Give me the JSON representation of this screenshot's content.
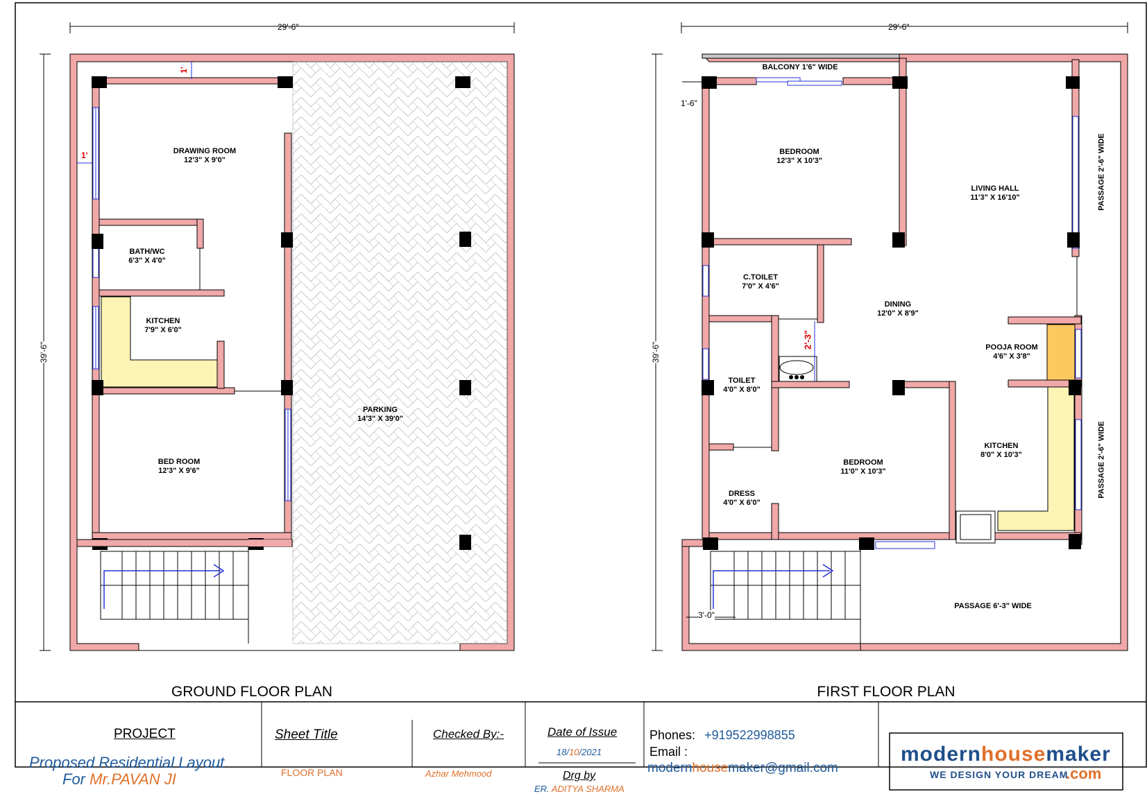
{
  "ground_floor": {
    "title": "GROUND FLOOR PLAN",
    "width_dim": "29'-6\"",
    "height_dim": "39'-6\"",
    "marks": {
      "wall_top": "1'",
      "wall_side": "1'"
    },
    "rooms": [
      {
        "name": "DRAWING ROOM",
        "size": "12'3\" X 9'0\""
      },
      {
        "name": "BATH/WC",
        "size": "6'3\" X 4'0\""
      },
      {
        "name": "KITCHEN",
        "size": "7'9\" X 6'0\""
      },
      {
        "name": "BED ROOM",
        "size": "12'3\" X 9'6\""
      },
      {
        "name": "PARKING",
        "size": "14'3\" X 39'0\""
      }
    ]
  },
  "first_floor": {
    "title": "FIRST FLOOR PLAN",
    "width_dim": "29'-6\"",
    "height_dim": "39'-6\"",
    "balcony_dim": "1'-6\"",
    "red_mark": "2'-3\"",
    "stair_dim": "3'-0\"",
    "balcony": "BALCONY 1'6\" WIDE",
    "passage_bottom": "PASSAGE 6'-3\" WIDE",
    "passage_right_1": "PASSAGE 2'-6\" WIDE",
    "passage_right_2": "PASSAGE 2'-6\" WIDE",
    "rooms": [
      {
        "name": "BEDROOM",
        "size": "12'3\" X 10'3\""
      },
      {
        "name": "LIVING HALL",
        "size": "11'3\" X 16'10\""
      },
      {
        "name": "C.TOILET",
        "size": "7'0\" X 4'6\""
      },
      {
        "name": "DINING",
        "size": "12'0\" X 8'9\""
      },
      {
        "name": "POOJA ROOM",
        "size": "4'6\" X 3'8\""
      },
      {
        "name": "TOILET",
        "size": "4'0\" X 8'0\""
      },
      {
        "name": "BEDROOM",
        "size": "11'0\" X 10'3\""
      },
      {
        "name": "KITCHEN",
        "size": "8'0\" X 10'3\""
      },
      {
        "name": "DRESS",
        "size": "4'0\" X 6'0\""
      }
    ]
  },
  "title_block": {
    "project_label": "PROJECT",
    "project_line1": "Proposed Residential Layout",
    "project_for": "For",
    "project_client": "Mr.PAVAN JI",
    "sheet_title_label": "Sheet Title",
    "sheet_title_value": "FLOOR PLAN",
    "checked_by_label": "Checked By:-",
    "checked_by_value": "Azhar Mehmood",
    "date_label": "Date of Issue",
    "date_day": "18/",
    "date_month": "10",
    "date_year": "/2021",
    "drg_label": "Drg by",
    "drg_prefix": "ER.",
    "drg_name": "ADITYA SHARMA",
    "phones_label": "Phones:",
    "phone": "+919522998855",
    "email_label": "Email :",
    "email_part1": "modern",
    "email_part2": "house",
    "email_part3": "maker@gmail.com",
    "logo_part1": "modern",
    "logo_part2": "house",
    "logo_part3": "maker",
    "logo_tagline": "WE DESIGN YOUR DREAM",
    "logo_tld": ".com"
  },
  "colors": {
    "wall": "#f0a8a8",
    "kitchen": "#fcf3b4",
    "pooja": "#fcc860",
    "window": "#2430d8",
    "blue_text": "#1f5a9c",
    "orange_text": "#e0702a"
  }
}
